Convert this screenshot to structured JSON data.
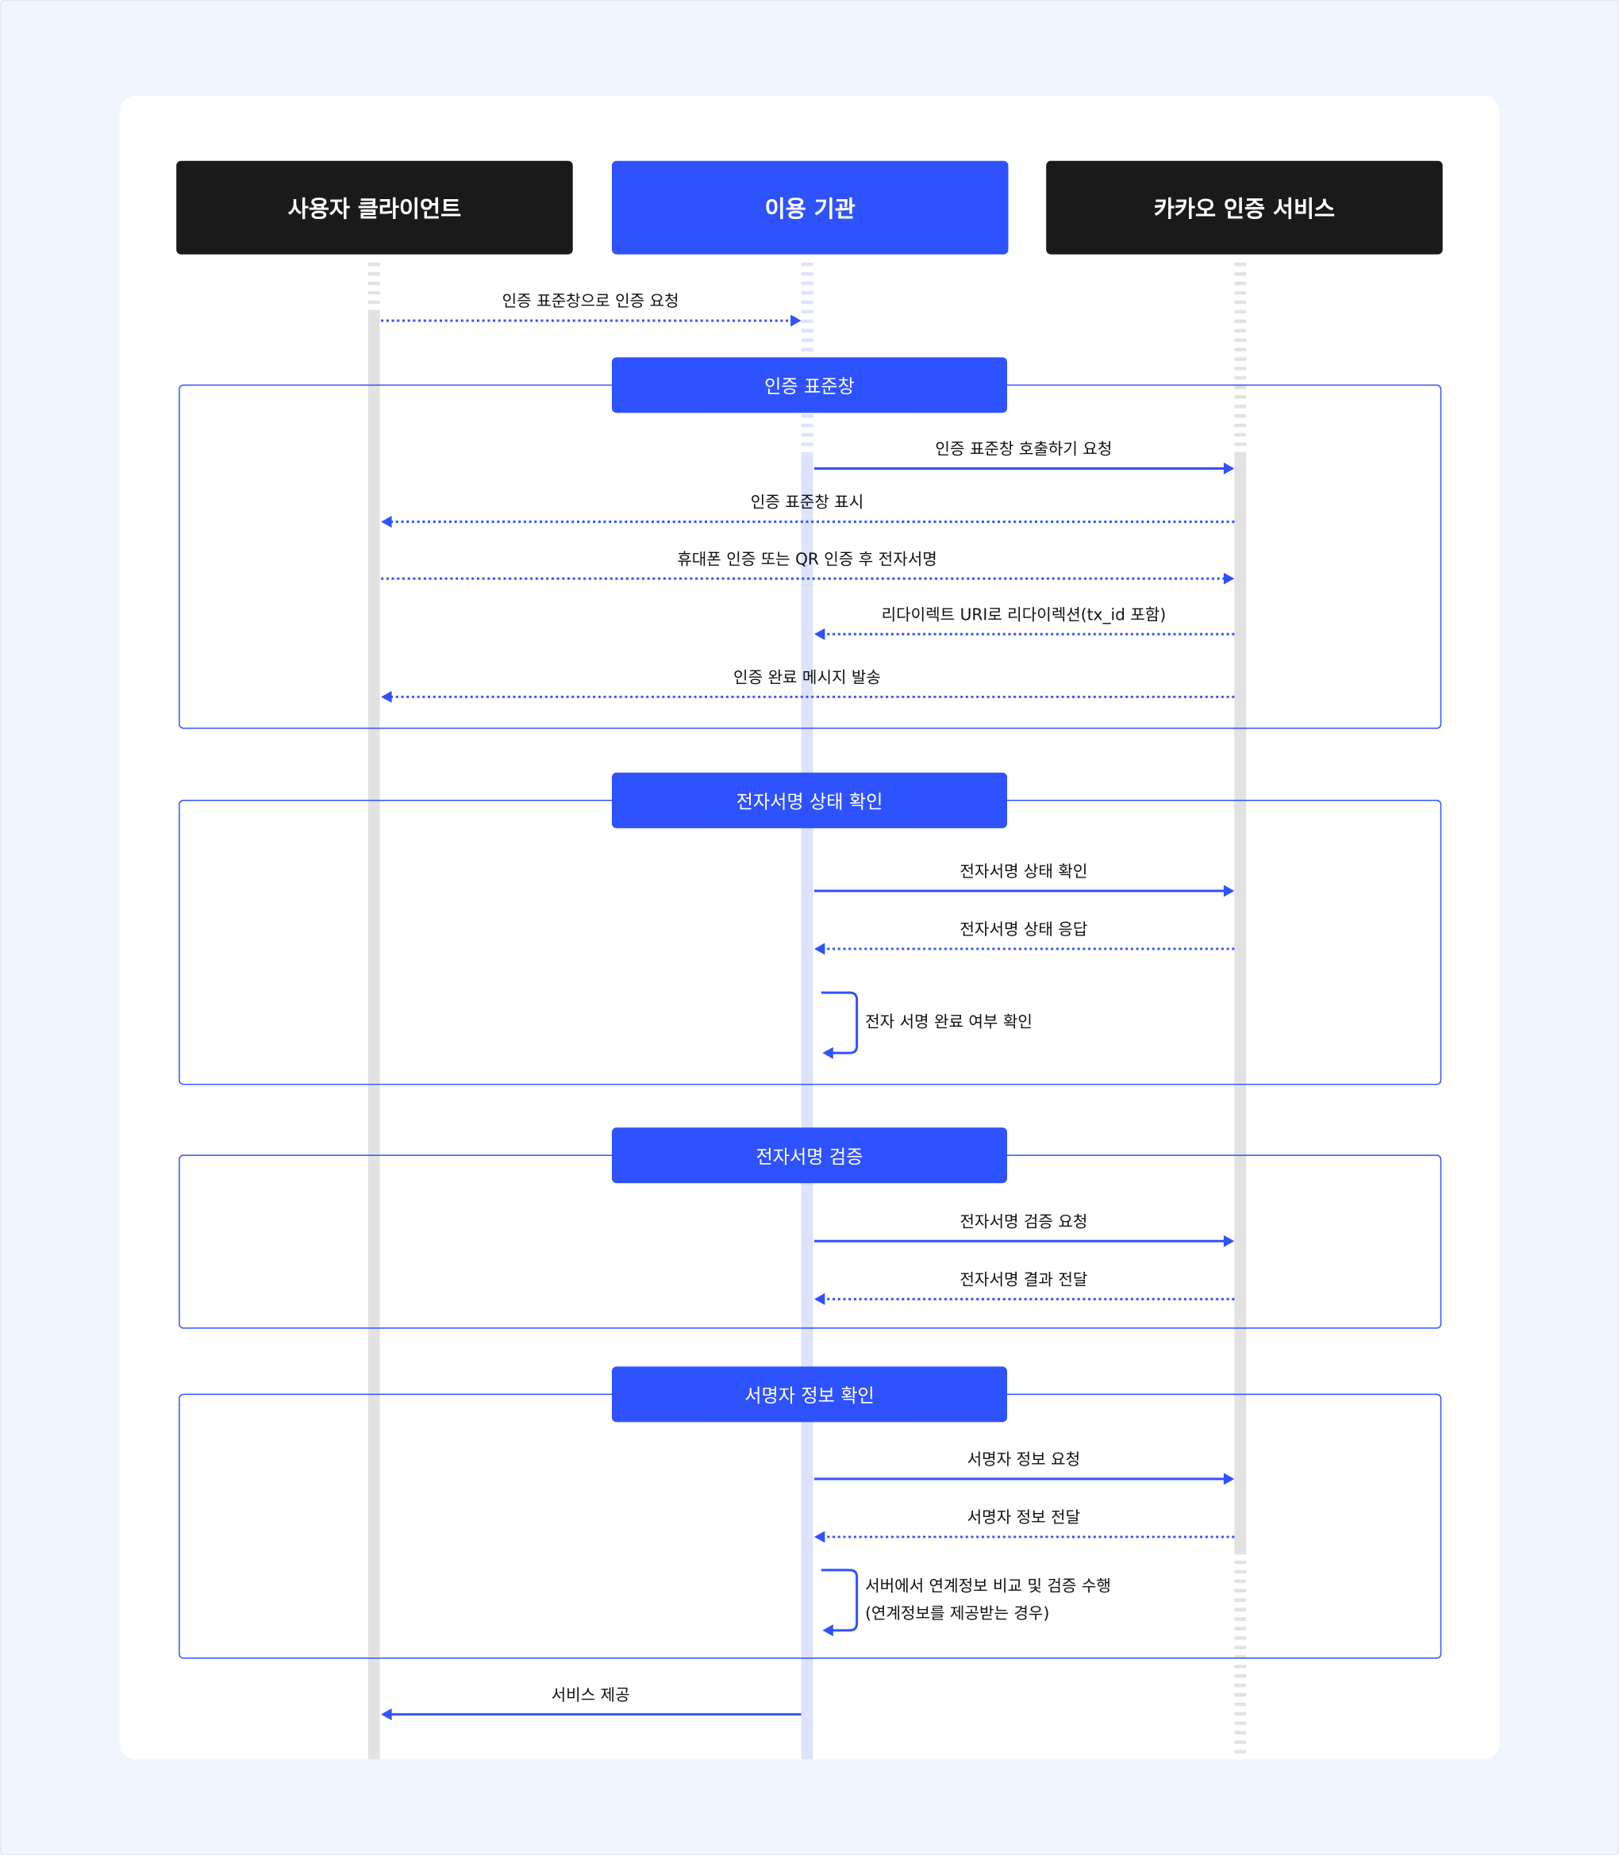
{
  "colors": {
    "accent": "#2f52ff",
    "dark": "#1a1a1a",
    "lifeline_gray": "#e2e2e2",
    "lifeline_blue": "#dce3fb",
    "background": "#f1f5fd"
  },
  "participants": [
    {
      "id": "client",
      "label": "사용자 클라이언트",
      "color": "#1a1a1a"
    },
    {
      "id": "org",
      "label": "이용 기관",
      "color": "#2f52ff"
    },
    {
      "id": "kakao",
      "label": "카카오 인증 서비스",
      "color": "#1a1a1a"
    }
  ],
  "messages": [
    {
      "from": "client",
      "to": "org",
      "style": "dotted",
      "label": "인증 표준창으로 인증 요청"
    },
    {
      "from": "org",
      "to": "kakao",
      "style": "solid",
      "label": "인증 표준창 호출하기 요청"
    },
    {
      "from": "kakao",
      "to": "client",
      "style": "dotted",
      "label": "인증 표준창 표시"
    },
    {
      "from": "client",
      "to": "kakao",
      "style": "dotted",
      "label": "휴대폰 인증 또는 QR 인증 후 전자서명"
    },
    {
      "from": "kakao",
      "to": "org",
      "style": "dotted",
      "label": "리다이렉트 URI로 리다이렉션(tx_id 포함)"
    },
    {
      "from": "kakao",
      "to": "client",
      "style": "dotted",
      "label": "인증 완료 메시지 발송"
    },
    {
      "from": "org",
      "to": "kakao",
      "style": "solid",
      "label": "전자서명 상태 확인"
    },
    {
      "from": "kakao",
      "to": "org",
      "style": "dotted",
      "label": "전자서명 상태 응답"
    },
    {
      "from": "org",
      "to": "org",
      "style": "self",
      "label": "전자 서명 완료 여부 확인"
    },
    {
      "from": "org",
      "to": "kakao",
      "style": "solid",
      "label": "전자서명 검증 요청"
    },
    {
      "from": "kakao",
      "to": "org",
      "style": "dotted",
      "label": "전자서명 결과 전달"
    },
    {
      "from": "org",
      "to": "kakao",
      "style": "solid",
      "label": "서명자 정보 요청"
    },
    {
      "from": "kakao",
      "to": "org",
      "style": "dotted",
      "label": "서명자 정보 전달"
    },
    {
      "from": "org",
      "to": "org",
      "style": "self",
      "label": "서버에서 연계정보 비교 및 검증 수행",
      "label2": "(연계정보를 제공받는 경우)"
    },
    {
      "from": "org",
      "to": "client",
      "style": "solid",
      "label": "서비스 제공"
    }
  ],
  "groups": [
    {
      "title": "인증 표준창"
    },
    {
      "title": "전자서명 상태 확인"
    },
    {
      "title": "전자서명 검증"
    },
    {
      "title": "서명자 정보 확인"
    }
  ]
}
